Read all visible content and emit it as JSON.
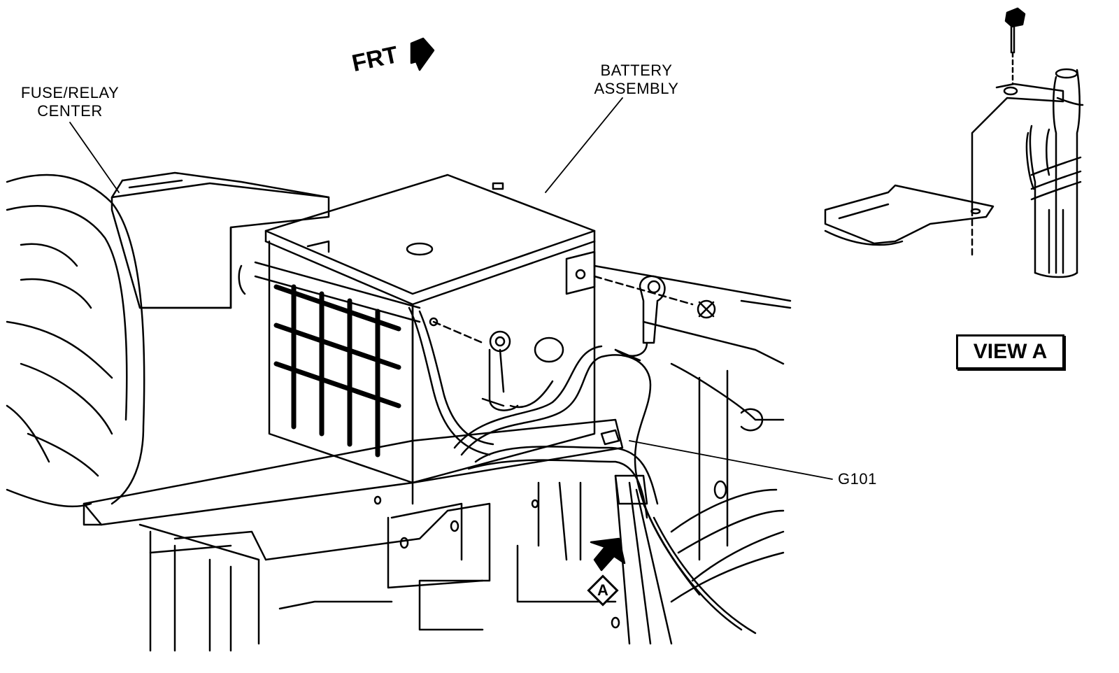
{
  "labels": {
    "front": "FRT",
    "fuse_relay_center": [
      "FUSE/RELAY",
      "CENTER"
    ],
    "battery_assembly": [
      "BATTERY",
      "ASSEMBLY"
    ],
    "ground": "G101",
    "view_box": "VIEW A",
    "view_marker": "A"
  }
}
